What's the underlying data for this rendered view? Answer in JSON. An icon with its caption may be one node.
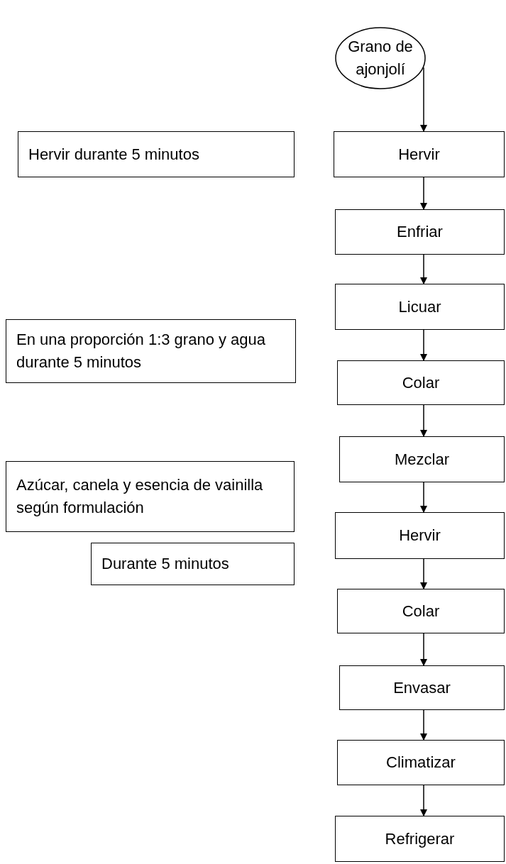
{
  "diagram": {
    "nodes": [
      {
        "text": [
          "Grano de ajonjolí"
        ]
      },
      {
        "text": [
          "Hervir durante 5 minutos"
        ]
      },
      {
        "text": [
          "Hervir"
        ]
      },
      {
        "text": [
          "Enfriar"
        ]
      },
      {
        "text": [
          "Licuar"
        ]
      },
      {
        "text": [
          "En una proporción 1:3 grano y agua durante 5 minutos"
        ]
      },
      {
        "text": [
          "Colar"
        ]
      },
      {
        "text": [
          "Mezclar"
        ]
      },
      {
        "text": [
          "Azúcar, canela y esencia de vainilla según formulación"
        ]
      },
      {
        "text": [
          "Hervir"
        ]
      },
      {
        "text": [
          "Durante 5 minutos"
        ]
      },
      {
        "text": [
          "Colar"
        ]
      },
      {
        "text": [
          "Envasar"
        ]
      },
      {
        "text": [
          "Climatizar"
        ]
      },
      {
        "text": [
          "Refrigerar"
        ]
      }
    ],
    "edges": [
      {
        "from": 0,
        "to": 2,
        "arrow": "to"
      },
      {
        "from": 2,
        "to": 3,
        "arrow": "to"
      },
      {
        "from": 3,
        "to": 4,
        "arrow": "to"
      },
      {
        "from": 4,
        "to": 6,
        "arrow": "to"
      },
      {
        "from": 6,
        "to": 7,
        "arrow": "to"
      },
      {
        "from": 7,
        "to": 9,
        "arrow": "to"
      },
      {
        "from": 9,
        "to": 11,
        "arrow": "to"
      },
      {
        "from": 11,
        "to": 12,
        "arrow": "to"
      },
      {
        "from": 12,
        "to": 13,
        "arrow": "to"
      },
      {
        "from": 13,
        "to": 14,
        "arrow": "to"
      }
    ]
  }
}
